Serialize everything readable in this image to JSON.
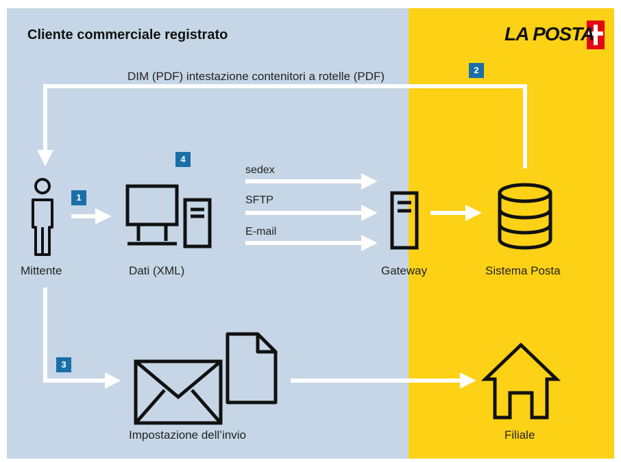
{
  "title": "Cliente commerciale registrato",
  "logo_text": "LA POSTA",
  "colors": {
    "left_bg": "#c6d6e6",
    "right_bg": "#fcd116",
    "badge": "#1a6fa8",
    "arrow": "#ffffff",
    "logo_cross": "#e30613"
  },
  "top_return_label": "DIM (PDF) intestazione contenitori a rotelle (PDF)",
  "badges": [
    "1",
    "2",
    "3",
    "4"
  ],
  "channels": [
    "sedex",
    "SFTP",
    "E-mail"
  ],
  "nodes": {
    "sender": "Mittente",
    "data": "Dati (XML)",
    "gateway": "Gateway",
    "post_system": "Sistema Posta",
    "shipment": "Impostazione dell’invio",
    "branch": "Filiale"
  },
  "icons": [
    "person-icon",
    "computer-icon",
    "server-icon",
    "database-icon",
    "envelope-icon",
    "document-icon",
    "house-icon"
  ]
}
